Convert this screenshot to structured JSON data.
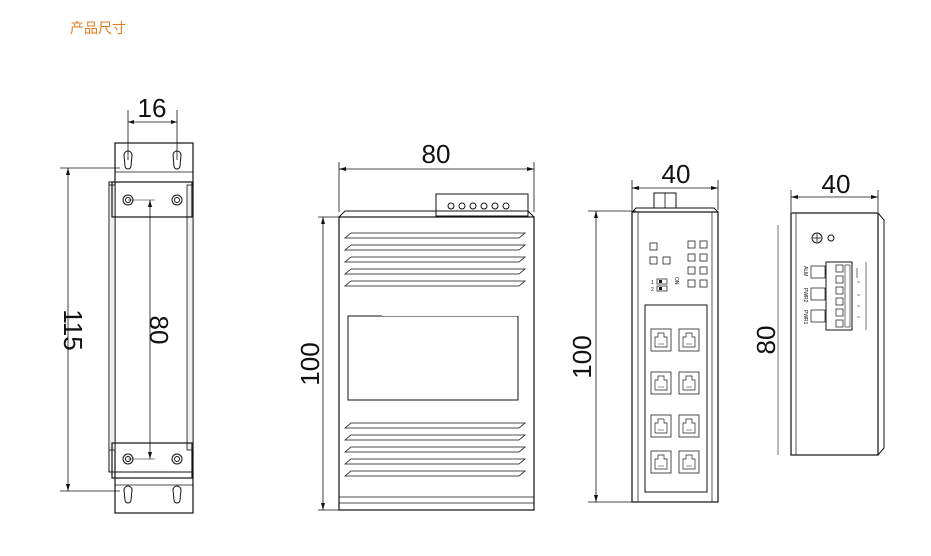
{
  "title": "产品尺寸",
  "views": {
    "mounting": {
      "width_dim": "16",
      "height_dim": "115",
      "spacing_dim": "80"
    },
    "side": {
      "width_dim": "80",
      "height_dim": "100"
    },
    "front": {
      "width_dim": "40",
      "height_dim": "100",
      "dip_on": "ON",
      "dip_1": "1",
      "dip_2": "2"
    },
    "top": {
      "width_dim": "40",
      "height_dim": "80",
      "labels": [
        "ALM",
        "PWR2",
        "PWR1"
      ]
    }
  }
}
